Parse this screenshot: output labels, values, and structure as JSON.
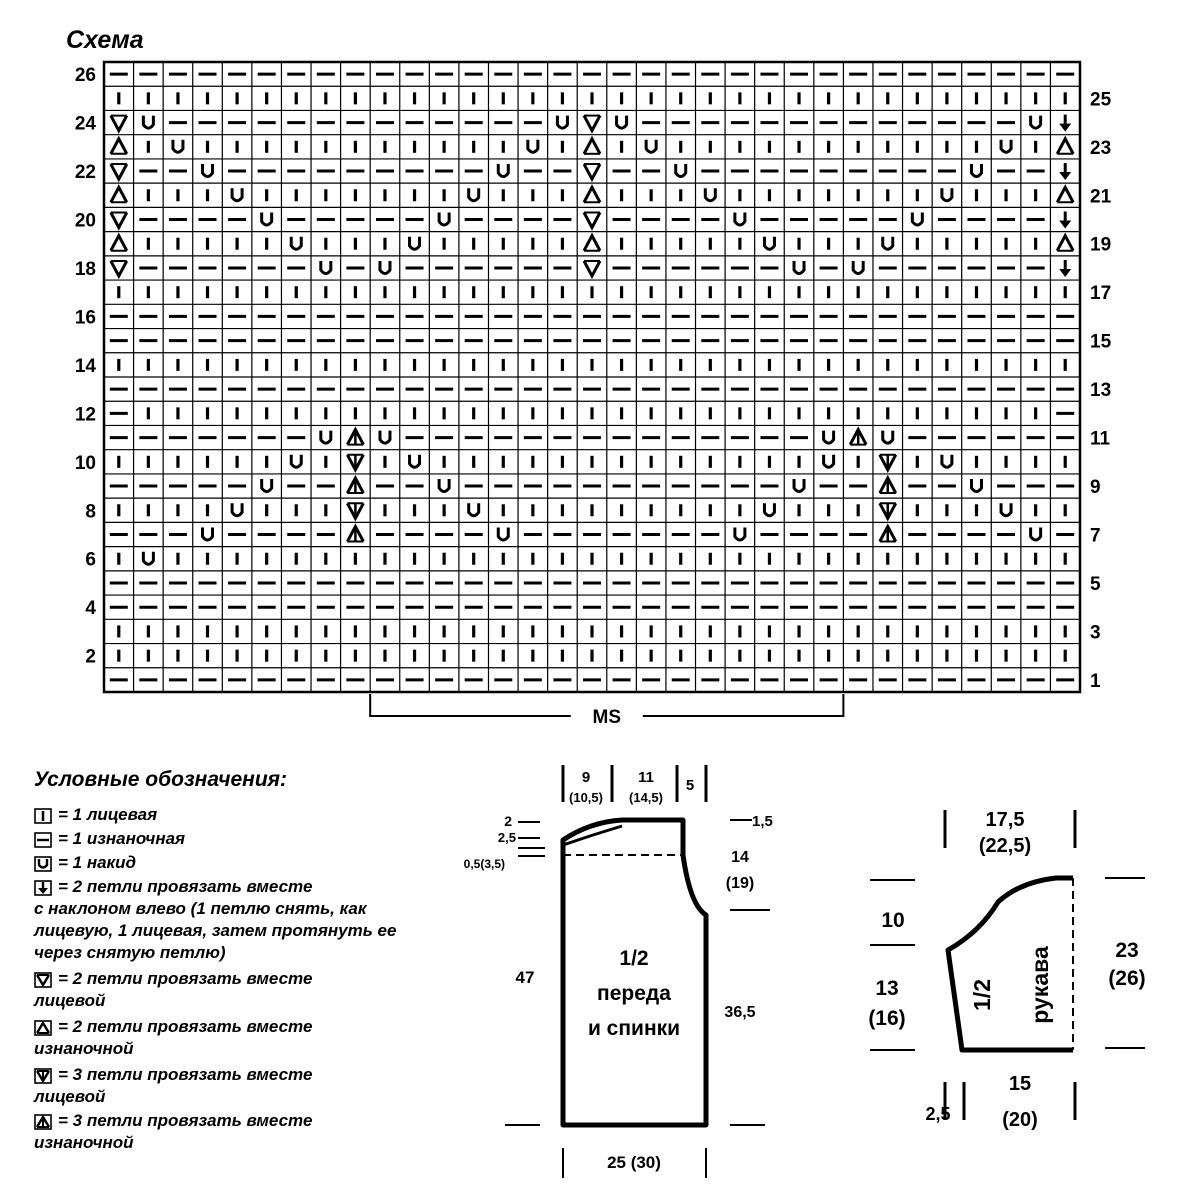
{
  "chart": {
    "title": "Схема",
    "left_row_labels": [
      "2",
      "4",
      "6",
      "8",
      "10",
      "12",
      "14",
      "16",
      "18",
      "20",
      "22",
      "24",
      "26"
    ],
    "right_row_labels": [
      "1",
      "3",
      "5",
      "7",
      "9",
      "11",
      "13",
      "15",
      "17",
      "19",
      "21",
      "23",
      "25"
    ],
    "repeat_label": "MS",
    "columns": 33,
    "rows_top_to_bottom": [
      "---------------------------------",
      "|||||||||||||||||||||||||||||||||",
      "VU-------------UVU-------------UK",
      "A|U|||||||||||U|A|U|||||||||||U|A",
      "V--U---------U--V--U---------U--K",
      "A|||U|||||||U|||A|||U|||||||U|||A",
      "V----U-----U----V----U-----U----K",
      "A|||||U|||U|||||A|||||U|||U|||||A",
      "V------U-U------V------U-U------K",
      "|||||||||||||||||||||||||||||||||",
      "---------------------------------",
      "---------------------------------",
      "|||||||||||||||||||||||||||||||||",
      "---------------------------------",
      "-|||||||||||||||||||||||||||||||-",
      "-------UXU--------------UXU-------",
      "||||||U|Y|U|||||||||||||U|Y|U||||",
      "-----U--X--U-----------U--X--U---",
      "||||U|||Y|||U|||||||||U|||Y|||U||",
      "---U----X----U-------U----X----U-",
      "|U|||||||||||||||||||||||||||||||",
      "---------------------------------",
      "---------------------------------",
      "|||||||||||||||||||||||||||||||||",
      "|||||||||||||||||||||||||||||||||",
      "---------------------------------"
    ]
  },
  "legend": {
    "title": "Условные обозначения:",
    "items": [
      {
        "symbol": "knit",
        "text": "= 1 лицевая",
        "cont": ""
      },
      {
        "symbol": "purl",
        "text": "= 1 изнаночная",
        "cont": ""
      },
      {
        "symbol": "yo",
        "text": "= 1 накид",
        "cont": ""
      },
      {
        "symbol": "arrow",
        "text": "= 2 петли провязать вместе",
        "cont": "с наклоном влево (1 петлю снять, как лицевую, 1 лицевая, затем протянуть ее через снятую петлю)"
      },
      {
        "symbol": "v2",
        "text": "= 2 петли провязать вместе",
        "cont": "лицевой"
      },
      {
        "symbol": "a2",
        "text": "= 2 петли провязать вместе",
        "cont": "изнаночной"
      },
      {
        "symbol": "v3",
        "text": "= 3 петли провязать вместе",
        "cont": "лицевой"
      },
      {
        "symbol": "a3",
        "text": "= 3 петли провязать вместе",
        "cont": "изнаночной"
      }
    ]
  },
  "body_pattern": {
    "label": [
      "1/2",
      "переда",
      "и спинки"
    ],
    "top_widths": [
      {
        "value": "9",
        "alt": "(10,5)"
      },
      {
        "value": "11",
        "alt": "(14,5)"
      },
      {
        "value": "5",
        "alt": ""
      }
    ],
    "left_marks": [
      "2",
      "2,5",
      "0,5(3,5)"
    ],
    "right_top": "1,5",
    "armhole": {
      "value": "14",
      "alt": "(19)"
    },
    "total_height": "47",
    "side_height": "36,5",
    "bottom_width": "25 (30)"
  },
  "sleeve_pattern": {
    "label": [
      "1/2",
      "рукава"
    ],
    "top_width": {
      "value": "17,5",
      "alt": "(22,5)"
    },
    "cap_height": "10",
    "lower_height": {
      "value": "13",
      "alt": "(16)"
    },
    "total_height": {
      "value": "23",
      "alt": "(26)"
    },
    "bottom_width": {
      "value": "15",
      "alt": "(20)"
    },
    "offset": "2,5"
  }
}
